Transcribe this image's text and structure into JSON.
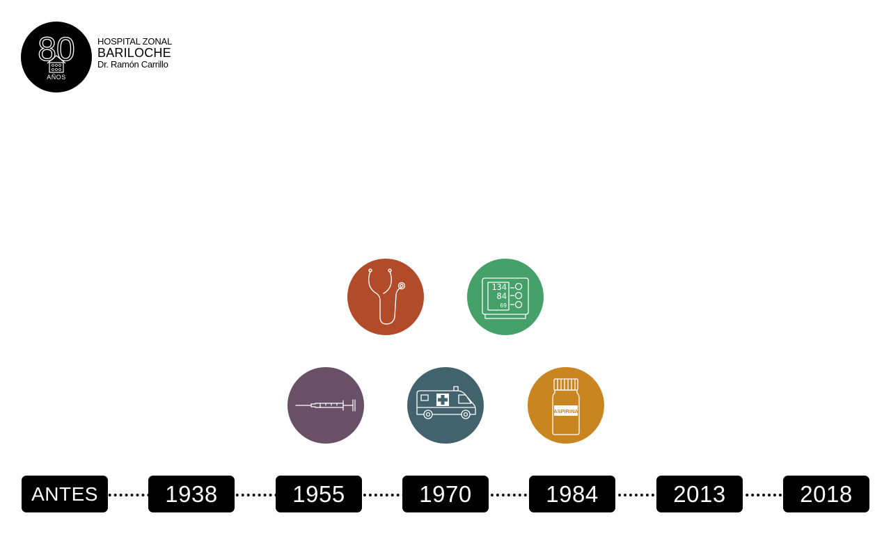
{
  "logo": {
    "number": "80",
    "anos": "AÑOS",
    "line1": "HOSPITAL ZONAL",
    "line2": "BARILOCHE",
    "line3": "Dr. Ramón Carrillo"
  },
  "icons": [
    {
      "name": "stethoscope-icon",
      "color": "#b14b29"
    },
    {
      "name": "blood-pressure-monitor-icon",
      "color": "#46a06a",
      "readings": [
        "134",
        "84",
        "69"
      ]
    },
    {
      "name": "syringe-icon",
      "color": "#6a5066"
    },
    {
      "name": "ambulance-icon",
      "color": "#42626d"
    },
    {
      "name": "pill-bottle-icon",
      "color": "#c98520",
      "label": "ASPIRINA"
    }
  ],
  "timeline": {
    "items": [
      "ANTES",
      "1938",
      "1955",
      "1970",
      "1984",
      "2013",
      "2018"
    ]
  }
}
